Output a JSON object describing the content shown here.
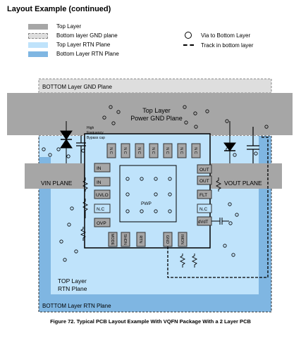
{
  "page_title": "Layout Example (continued)",
  "legend": {
    "top_layer": "Top Layer",
    "bottom_gnd": "Bottom layer GND plane",
    "top_rtn": "Top Layer RTN Plane",
    "bottom_rtn": "Bottom Layer RTN Plane",
    "via": "Via to Bottom Layer",
    "track": "Track in bottom layer"
  },
  "colors": {
    "top_layer": "#a6a6a6",
    "bottom_gnd": "#dedede",
    "top_rtn": "#bfe3fb",
    "bottom_rtn": "#7fb6e2"
  },
  "diagram": {
    "bottom_gnd_label": "BOTTOM Layer GND Plane",
    "power_gnd_label_1": "Top Layer",
    "power_gnd_label_2": "Power GND Plane",
    "cap_label_1": "High",
    "cap_label_2": "Frequency",
    "cap_label_3": "Bypass cap",
    "vin_plane": "VIN PLANE",
    "vout_plane": "VOUT PLANE",
    "top_rtn_1": "TOP Layer",
    "top_rtn_2": "RTN Plane",
    "bottom_rtn_label": "BOTTOM Layer RTN Plane",
    "pwp": "PWP",
    "nc_top": [
      "N C",
      "N C",
      "N C",
      "N C",
      "N C",
      "N C",
      "N C"
    ],
    "left_pins": [
      "IN",
      "IN",
      "UVLO",
      "N.C",
      "OVP"
    ],
    "right_pins": [
      "OUT",
      "OUT",
      "FLT",
      "N.C",
      "dVdT"
    ],
    "bottom_pins": [
      "MODE",
      "SHDN",
      "RTN",
      "GND",
      "IMON"
    ]
  },
  "caption": "Figure 72. Typical PCB Layout Example With VQFN Package With a 2 Layer PCB"
}
